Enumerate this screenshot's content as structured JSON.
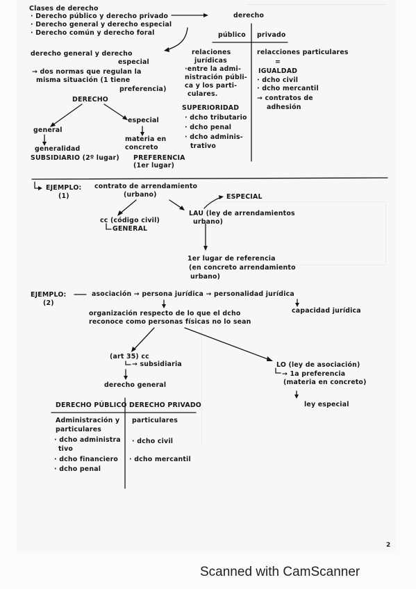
{
  "title": "Clases de derecho",
  "intro": [
    "· Derecho público y derecho privado",
    "· Derecho general y derecho especial",
    "· Derecho común y derecho foral"
  ],
  "pub_priv": {
    "heading": "derecho",
    "left_col": "público",
    "right_col": "privado",
    "left_items": [
      "relaciones",
      "jurídicas",
      "·entre la admi-",
      "nistración públi-",
      "ca y los parti-",
      "culares.",
      "SUPERIORIDAD",
      "· dcho tributario",
      "· dcho penal",
      "· dcho adminis-",
      "trativo"
    ],
    "right_items": [
      "relacciones particulares",
      "=",
      "IGUALDAD",
      "· dcho civil",
      "· dcho mercantil",
      "→ contratos de",
      "adhesión"
    ]
  },
  "general_especial": {
    "line1": "derecho general y derecho",
    "line2": "especial",
    "line3": "→ dos normas que regulan la",
    "line4": "misma situación (1 tiene",
    "line5": "preferencia)",
    "root": "DERECHO",
    "general": "general",
    "especial": "especial",
    "generalidad": "generalidad",
    "materia1": "materia en",
    "materia2": "concreto",
    "subsidiario": "SUBSIDIARIO (2º lugar)",
    "pref1": "PREFERENCIA",
    "pref2": "(1er lugar)"
  },
  "ejemplo1": {
    "label": "EJEMPLO:",
    "num": "(1)",
    "contrato1": "contrato de arrendamiento",
    "contrato2": "(urbano)",
    "especial": "ESPECIAL",
    "lau1": "LAU (ley de arrendamientos",
    "lau2": "urbano)",
    "cc": "cc (código civil)",
    "general": "GENERAL",
    "primer1": "1er lugar de referencia",
    "primer2": "(en concreto arrendamiento",
    "primer3": "urbano)"
  },
  "ejemplo2": {
    "label": "EJEMPLO:",
    "num": "(2)",
    "chain": "asociación → persona jurídica → personalidad jurídica",
    "capacidad": "capacidad jurídica",
    "org1": "organización respecto de lo que el dcho",
    "org2": "reconoce como personas físicas no lo sean",
    "art1": "(art 35) cc",
    "art2": "→ subsidiaria",
    "general": "derecho general",
    "lo1": "LO (ley de asociación)",
    "lo2": "→ 1a preferencia",
    "lo3": "(materia en concreto)",
    "ley_especial": "ley especial"
  },
  "table": {
    "left_header": "DERECHO PÚBLICO",
    "right_header": "DERECHO PRIVADO",
    "left_items": [
      "Administración y",
      "particulares",
      "· dcho administra",
      "tivo",
      "· dcho financiero",
      "· dcho penal"
    ],
    "right_items": [
      "particulares",
      "· dcho civil",
      "· dcho mercantil"
    ]
  },
  "page_number": "2",
  "footer": "Scanned with CamScanner"
}
